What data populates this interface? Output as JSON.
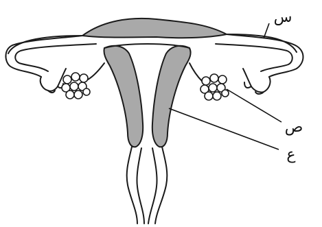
{
  "diagram": {
    "labels": [
      {
        "id": "sin",
        "text": "س"
      },
      {
        "id": "sad",
        "text": "ص"
      },
      {
        "id": "ain",
        "text": "ع"
      }
    ]
  }
}
